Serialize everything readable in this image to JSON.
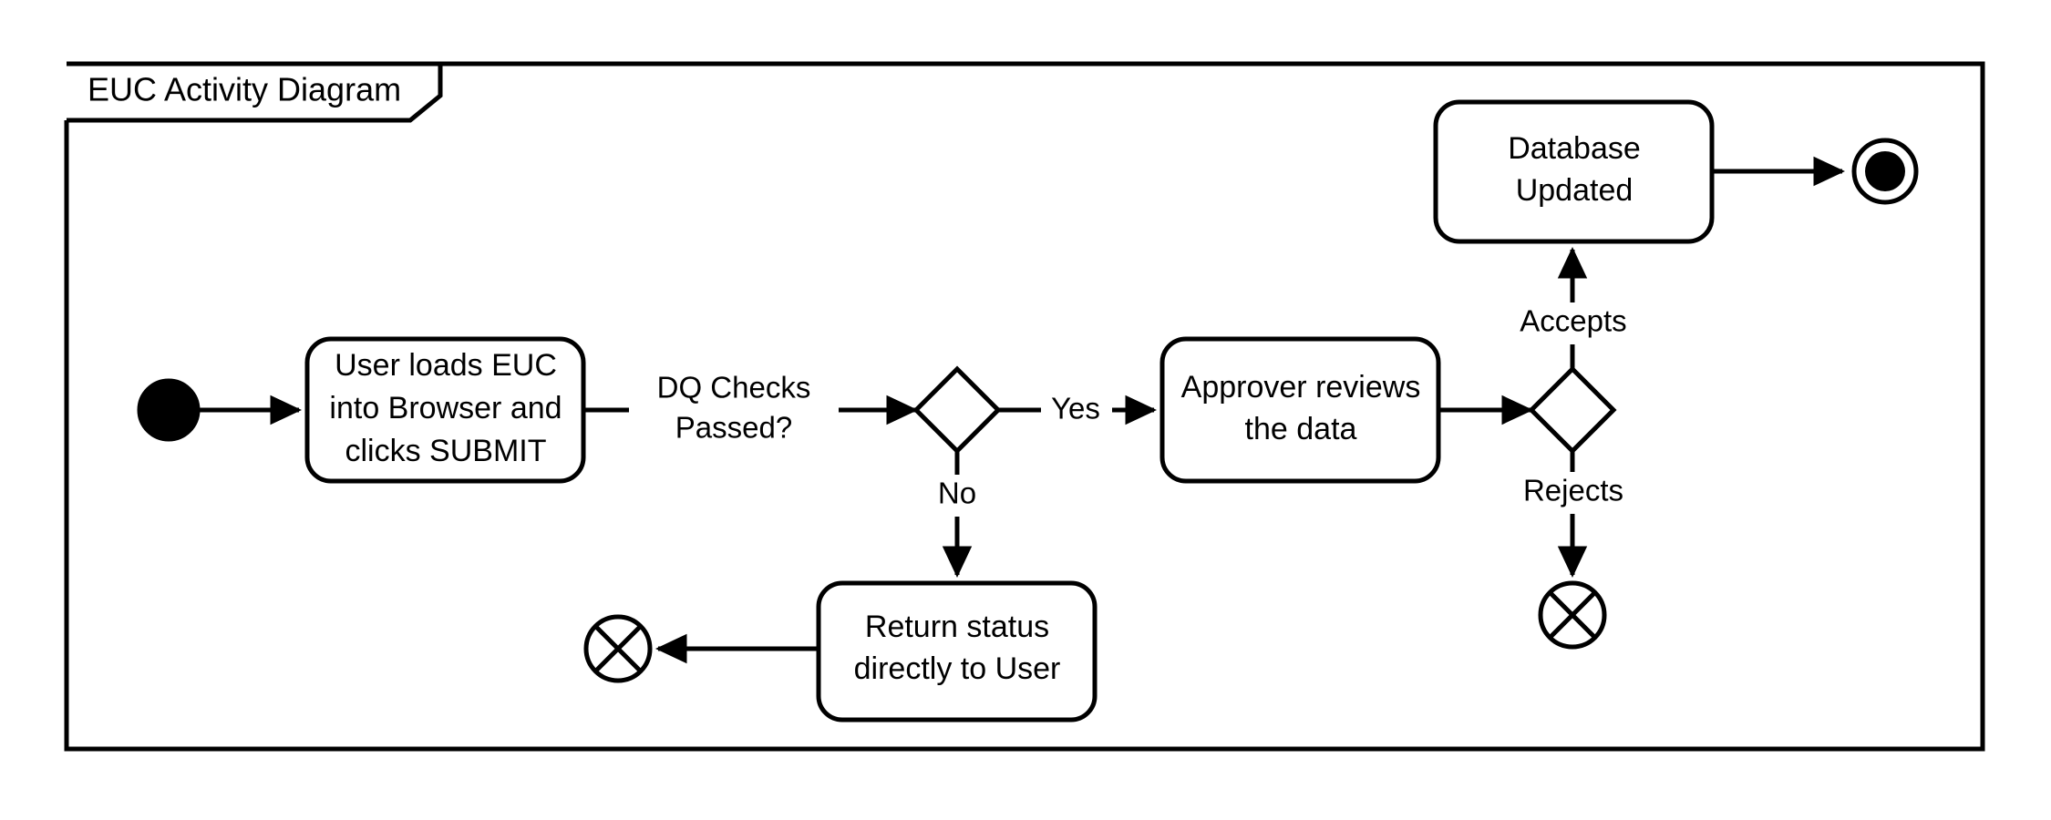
{
  "frame": {
    "title": "EUC Activity Diagram",
    "border_color": "#000000",
    "background_color": "#ffffff"
  },
  "diagram": {
    "type": "uml-activity-diagram",
    "line_color": "#000000",
    "fill_color": "#ffffff",
    "nodes": [
      {
        "id": "initial",
        "kind": "initial-node",
        "label": ""
      },
      {
        "id": "load-euc",
        "kind": "activity",
        "label_line1": "User loads EUC",
        "label_line2": "into Browser and",
        "label_line3": "clicks SUBMIT"
      },
      {
        "id": "dq-decision",
        "kind": "decision",
        "label": ""
      },
      {
        "id": "return-status",
        "kind": "activity",
        "label_line1": "Return status",
        "label_line2": "directly to User"
      },
      {
        "id": "flow-final-user",
        "kind": "flow-final-node",
        "label": ""
      },
      {
        "id": "approver-review",
        "kind": "activity",
        "label_line1": "Approver reviews",
        "label_line2": "the data"
      },
      {
        "id": "approval-decision",
        "kind": "decision",
        "label": ""
      },
      {
        "id": "database-updated",
        "kind": "activity",
        "label_line1": "Database",
        "label_line2": "Updated"
      },
      {
        "id": "final",
        "kind": "activity-final-node",
        "label": ""
      },
      {
        "id": "flow-final-reject",
        "kind": "flow-final-node",
        "label": ""
      }
    ],
    "edges": [
      {
        "from": "initial",
        "to": "load-euc",
        "label": ""
      },
      {
        "from": "load-euc",
        "to": "dq-decision",
        "label_line1": "DQ Checks",
        "label_line2": "Passed?"
      },
      {
        "from": "dq-decision",
        "to": "approver-review",
        "label": "Yes"
      },
      {
        "from": "dq-decision",
        "to": "return-status",
        "label": "No"
      },
      {
        "from": "return-status",
        "to": "flow-final-user",
        "label": ""
      },
      {
        "from": "approver-review",
        "to": "approval-decision",
        "label": ""
      },
      {
        "from": "approval-decision",
        "to": "database-updated",
        "label": "Accepts"
      },
      {
        "from": "approval-decision",
        "to": "flow-final-reject",
        "label": "Rejects"
      },
      {
        "from": "database-updated",
        "to": "final",
        "label": ""
      }
    ]
  }
}
